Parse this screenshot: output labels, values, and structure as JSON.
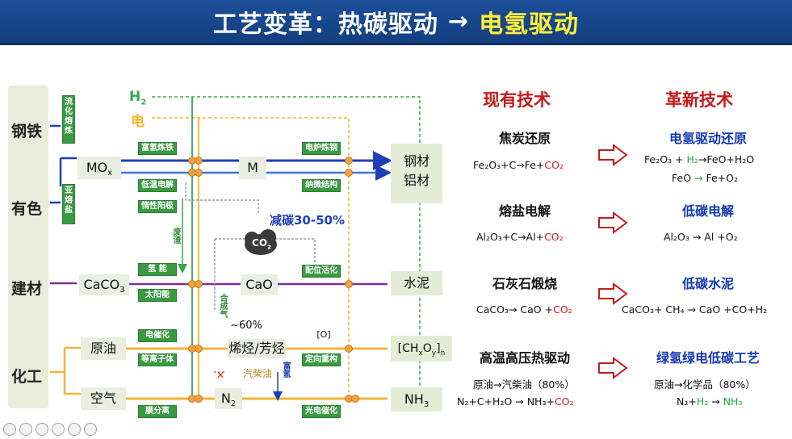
{
  "title": {
    "part1": "工艺变革：热碳驱动",
    "arrow": "→",
    "part2": "电氢驱动"
  },
  "sources": {
    "h2": "H",
    "h2_sub": "2",
    "elec": "电"
  },
  "categories": [
    "钢铁",
    "有色",
    "建材",
    "化工"
  ],
  "side_processes": {
    "steel": "流化熔炼",
    "nonferrous": "亚熔盐"
  },
  "process_boxes": {
    "h2_smelting": "富氢炼铁",
    "low_temp_electrolysis": "低温电解",
    "inert_anode": "惰性阳极",
    "hydrogen_energy": "氢 能",
    "solar_energy": "太阳能",
    "electrocatalysis": "电催化",
    "plasma": "等离子体",
    "membrane_separation": "膜分离",
    "electric_furnace": "电炉炼钢",
    "nano_structure": "纳微结构",
    "coordination_activation": "配位活化",
    "directional_restructure": "定向重构",
    "photoelectrocatalysis": "光电催化"
  },
  "nodes": {
    "mox": "MO",
    "mox_sub": "x",
    "m": "M",
    "caco3": "CaCO",
    "caco3_sub": "3",
    "cao": "CaO",
    "crude": "原油",
    "air": "空气",
    "olefin": "烯烃/芳烃",
    "pct60": "~60%",
    "diesel": "汽柴油",
    "n2": "N",
    "n2_sub": "2",
    "o_mark": "[O]",
    "co2": "CO",
    "co2_sub": "2",
    "carbon_reduce": "减碳30-50%"
  },
  "vertical_labels": {
    "slag": "废渣",
    "syngas": "合成气",
    "h2_supply": "富氢"
  },
  "products": {
    "steel": "钢材",
    "aluminum": "铝材",
    "cement": "水泥",
    "chxoy": "[CH",
    "chxoy_x": "x",
    "chxoy_o": "O",
    "chxoy_y": "y",
    "chxoy_n": "n",
    "nh3": "NH",
    "nh3_sub": "3"
  },
  "columns": {
    "existing": "现有技术",
    "new": "革新技术"
  },
  "rows": [
    {
      "old_title": "焦炭还原",
      "new_title": "电氢驱动还原"
    },
    {
      "old_title": "熔盐电解",
      "new_title": "低碳电解"
    },
    {
      "old_title": "石灰石煅烧",
      "new_title": "低碳水泥"
    },
    {
      "old_title": "高温高压热驱动",
      "new_title": "绿氢绿电低碳工艺"
    }
  ],
  "equations": {
    "old_fe": "Fe₂O₃+C→Fe+",
    "old_fe_co2": "CO₂",
    "new_fe1_a": "Fe₂O₃ + ",
    "new_fe1_h2": "H₂",
    "new_fe1_b": "→FeO+H₂O",
    "new_fe2_a": "FeO ",
    "new_fe2_arrow": "→",
    "new_fe2_b": " Fe+O₂",
    "old_al": "Al₂O₃+C→Al+",
    "old_al_co2": "CO₂",
    "new_al": "Al₂O₃ → Al +O₂",
    "old_ca": "CaCO₃→ CaO +",
    "old_ca_co2": "CO₂",
    "new_ca": "CaCO₃+ CH₄ → CaO +CO+H₂",
    "old_chem1": "原油→汽柴油（80%）",
    "old_chem2": "N₂+C+H₂O → NH₃+",
    "old_chem2_co2": "CO₂",
    "new_chem1": "原油→化学品（80%）",
    "new_chem2_a": "N₂+",
    "new_chem2_h2": "H₂",
    "new_chem2_b": " → ",
    "new_chem2_nh3": "NH₃"
  },
  "colors": {
    "title_bg": "#1c4f9a",
    "title_yellow": "#ffef3a",
    "h2_line": "#3aa84a",
    "elec_line": "#f2b52a",
    "steel_line": "#1f3fb8",
    "cement_line": "#7a2f9a",
    "chem_line": "#f0b43a",
    "red": "#d11c1c",
    "blue": "#1438b4"
  }
}
